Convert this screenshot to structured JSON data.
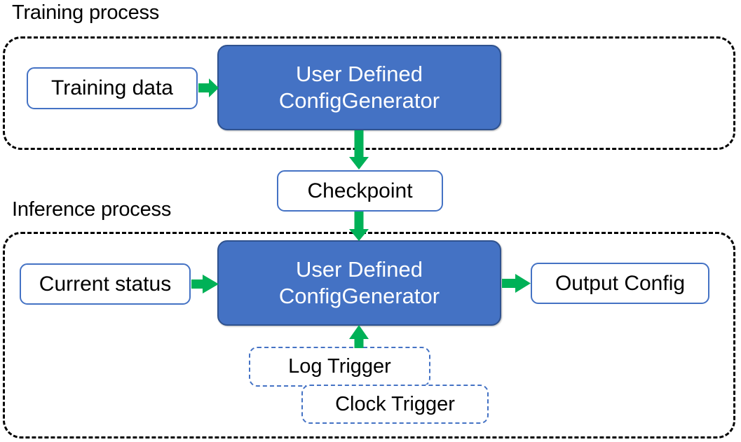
{
  "diagram": {
    "title_training": "Training process",
    "title_inference": "Inference process",
    "colors": {
      "node_fill_blue": "#4472C4",
      "node_border_blue": "#2F528F",
      "outline_border_blue": "#4472C4",
      "arrow_green": "#00B157",
      "container_border": "#000000",
      "background": "#FFFFFF",
      "filled_text": "#FFFFFF",
      "outline_text": "#000000"
    },
    "training": {
      "container_label": "Training process",
      "nodes": {
        "training_data": "Training data",
        "generator_line1": "User Defined",
        "generator_line2": "ConfigGenerator"
      }
    },
    "checkpoint": {
      "label": "Checkpoint"
    },
    "inference": {
      "container_label": "Inference process",
      "nodes": {
        "current_status": "Current status",
        "generator_line1": "User Defined",
        "generator_line2": "ConfigGenerator",
        "output_config": "Output Config",
        "log_trigger": "Log Trigger",
        "clock_trigger": "Clock Trigger"
      }
    },
    "edges": [
      {
        "from": "Training data",
        "to": "User Defined ConfigGenerator",
        "direction": "right",
        "color": "#00B157"
      },
      {
        "from": "User Defined ConfigGenerator",
        "to": "Checkpoint",
        "direction": "down",
        "color": "#00B157"
      },
      {
        "from": "Checkpoint",
        "to": "User Defined ConfigGenerator",
        "direction": "down",
        "color": "#00B157"
      },
      {
        "from": "Current status",
        "to": "User Defined ConfigGenerator",
        "direction": "right",
        "color": "#00B157"
      },
      {
        "from": "User Defined ConfigGenerator",
        "to": "Output Config",
        "direction": "right",
        "color": "#00B157"
      },
      {
        "from": "Log Trigger",
        "to": "User Defined ConfigGenerator",
        "direction": "up",
        "color": "#00B157"
      }
    ]
  }
}
